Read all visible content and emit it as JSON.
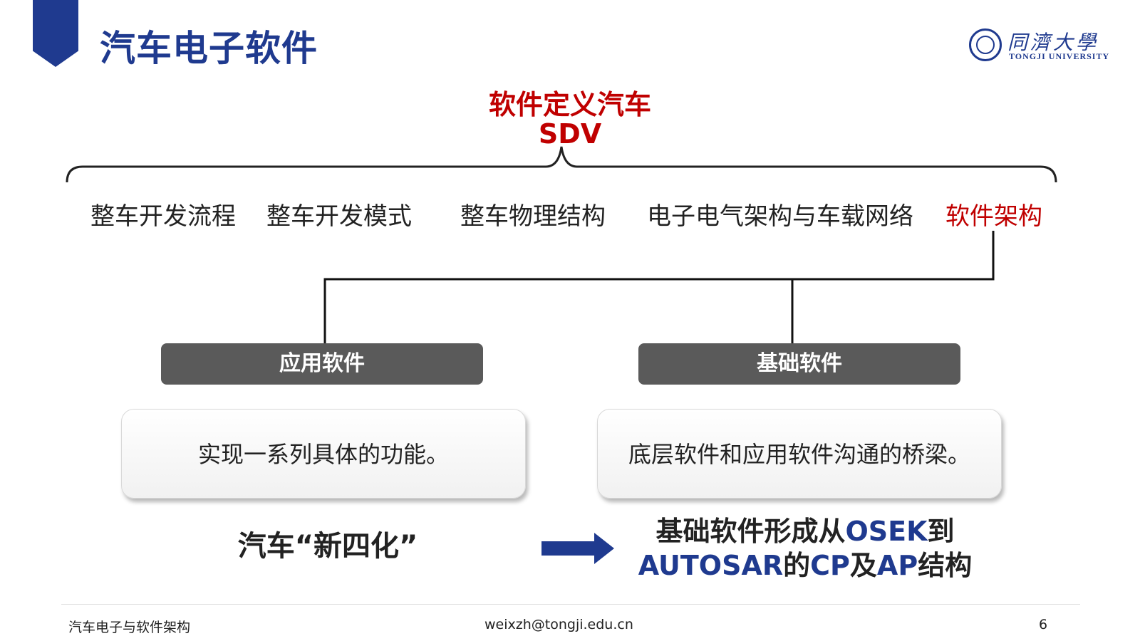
{
  "header": {
    "title": "汽车电子软件",
    "logo": {
      "cn": "同濟大學",
      "en": "TONGJI UNIVERSITY"
    }
  },
  "sdv": {
    "cn": "软件定义汽车",
    "en": "SDV"
  },
  "categories": [
    "整车开发流程",
    "整车开发模式",
    "整车物理结构",
    "电子电气架构与车载网络",
    "软件架构"
  ],
  "software": {
    "application": {
      "label": "应用软件",
      "description": "实现一系列具体的功能。"
    },
    "basic": {
      "label": "基础软件",
      "description": "底层软件和应用软件沟通的桥梁。"
    }
  },
  "conclusion": {
    "left": "汽车“新四化”",
    "right_parts": [
      "基础软件形成从",
      "OSEK",
      "到",
      "AUTOSAR",
      "的",
      "CP",
      "及",
      "AP",
      "结构"
    ]
  },
  "footer": {
    "course": "汽车电子与软件架构",
    "email": "weixzh@tongji.edu.cn",
    "page": "6"
  },
  "colors": {
    "brand_blue": "#1f3a8f",
    "highlight_red": "#c00000",
    "box_gray": "#5a5a5a"
  }
}
